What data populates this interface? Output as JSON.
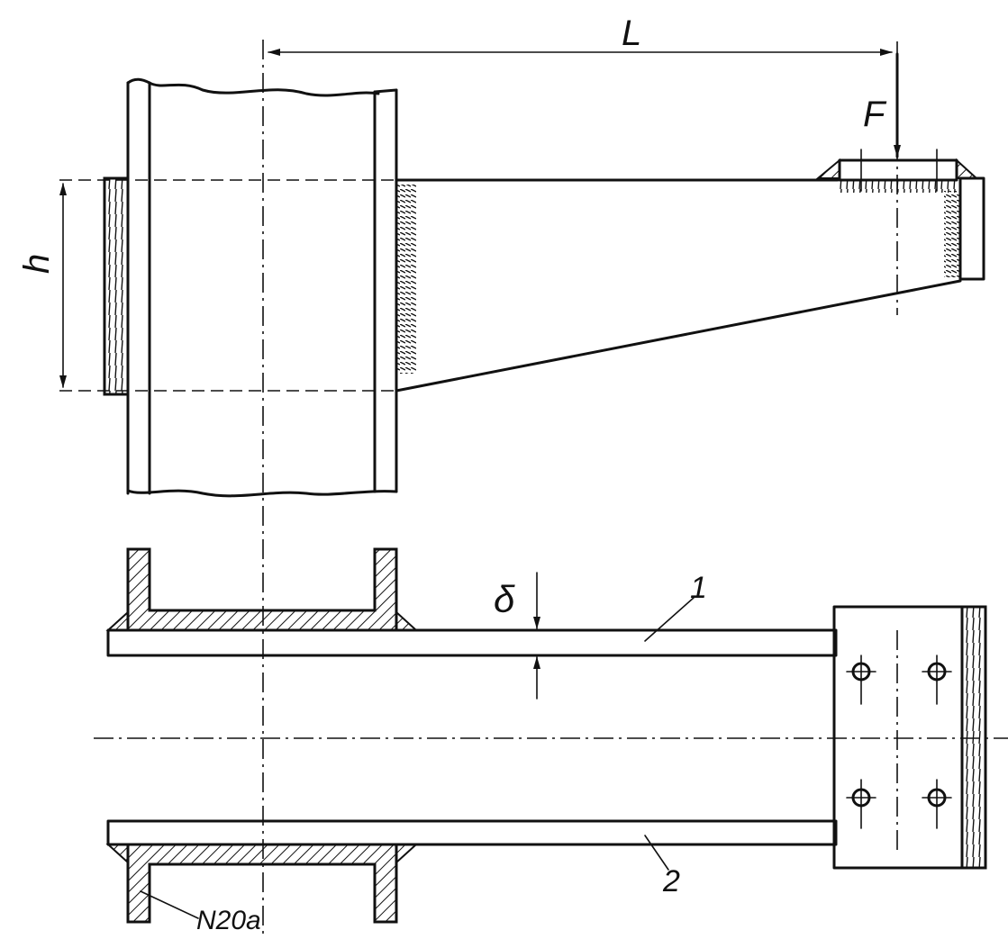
{
  "labels": {
    "length": "L",
    "force": "F",
    "height": "h",
    "thickness": "δ",
    "part_1": "1",
    "part_2": "2",
    "channel_profile": "N20a"
  }
}
